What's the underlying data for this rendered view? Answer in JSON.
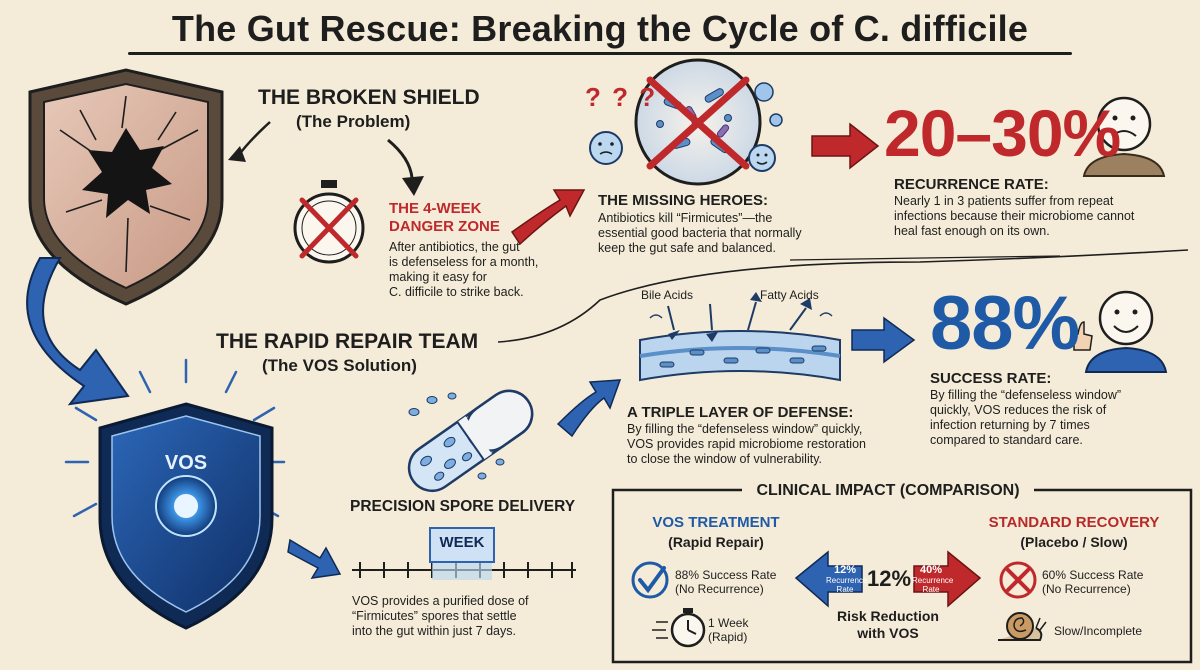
{
  "title": "The Gut Rescue: Breaking the Cycle of C. difficile",
  "broken_shield": {
    "heading": "THE BROKEN SHIELD",
    "subheading": "(The Problem)"
  },
  "danger_zone": {
    "heading_line1": "THE 4-WEEK",
    "heading_line2": "DANGER ZONE",
    "lines": [
      "After antibiotics, the gut",
      "is defenseless for a month,",
      "making it easy for",
      "C. difficile to strike back."
    ]
  },
  "missing_heroes": {
    "heading": "THE MISSING HEROES:",
    "lines": [
      "Antibiotics kill “Firmicutes”—the",
      "essential good bacteria that normally",
      "keep the gut safe and balanced."
    ],
    "question_marks": "? ? ?"
  },
  "recurrence": {
    "value": "20–30%",
    "heading": "RECURRENCE RATE:",
    "lines": [
      "Nearly 1 in 3 patients suffer from repeat",
      "infections because their microbiome cannot",
      "heal fast enough on its own."
    ]
  },
  "repair_team": {
    "heading": "THE RAPID REPAIR TEAM",
    "subheading": "(The VOS Solution)"
  },
  "vos_shield": {
    "label": "VOS"
  },
  "acids": {
    "bile": "Bile Acids",
    "fatty": "Fatty Acids"
  },
  "triple_layer": {
    "heading": "A TRIPLE LAYER OF DEFENSE:",
    "lines": [
      "By filling the “defenseless window” quickly,",
      "VOS provides rapid microbiome restoration",
      "to close the window of vulnerability."
    ]
  },
  "success": {
    "value": "88%",
    "heading": "SUCCESS RATE:",
    "lines": [
      "By filling the “defenseless window”",
      "quickly, VOS reduces the risk of",
      "infection returning by 7 times",
      "compared to standard care."
    ]
  },
  "spore_delivery": {
    "heading": "PRECISION SPORE DELIVERY",
    "week_label": "WEEK",
    "lines": [
      "VOS provides a purified dose of",
      "“Firmicutes” spores that settle",
      "into the gut within just 7 days."
    ]
  },
  "clinical": {
    "heading": "CLINICAL IMPACT (COMPARISON)",
    "vos_heading": "VOS TREATMENT",
    "vos_sub": "(Rapid Repair)",
    "vos_rate_line1": "88% Success Rate",
    "vos_rate_line2": "(No Recurrence)",
    "vos_time_line1": "1 Week",
    "vos_time_line2": "(Rapid)",
    "std_heading": "STANDARD RECOVERY",
    "std_sub": "(Placebo / Slow)",
    "std_rate_line1": "60% Success Rate",
    "std_rate_line2": "(No Recurrence)",
    "std_time": "Slow/Incomplete",
    "left_arrow_value": "12%",
    "left_arrow_l1": "Recurrence",
    "left_arrow_l2": "Rate",
    "center_value": "12%",
    "right_arrow_value": "40%",
    "right_arrow_l1": "Recurrence",
    "right_arrow_l2": "Rate",
    "risk_line1": "Risk Reduction",
    "risk_line2": "with VOS"
  },
  "colors": {
    "red": "#c0292b",
    "blue": "#1f5aa6",
    "paper": "#f4ecd8",
    "ink": "#1e1e1e"
  }
}
